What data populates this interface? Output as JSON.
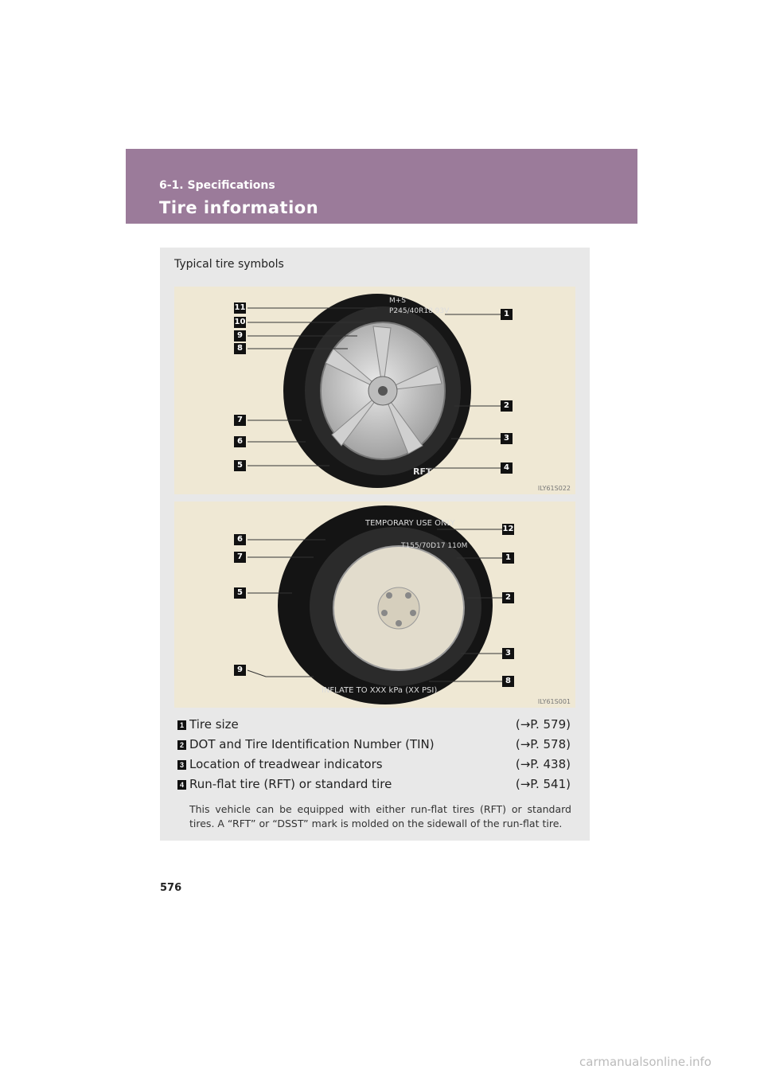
{
  "header": {
    "section": "6-1. Specifications",
    "title": "Tire information"
  },
  "panel": {
    "heading": "Typical tire symbols",
    "figure1": {
      "id": "ILY61S022",
      "tire_text": [
        "M+S",
        "P245/40R18 93V",
        "RFT"
      ],
      "callouts": [
        "11",
        "10",
        "9",
        "8",
        "7",
        "6",
        "5",
        "1",
        "2",
        "3",
        "4"
      ]
    },
    "figure2": {
      "id": "ILY61S001",
      "tire_text": [
        "TEMPORARY USE ONLY",
        "T155/70D17 110M",
        "INFLATE TO XXX kPa (XX PSI)"
      ],
      "callouts": [
        "6",
        "7",
        "5",
        "9",
        "12",
        "1",
        "2",
        "3",
        "8"
      ]
    },
    "items": [
      {
        "num": "1",
        "text": "Tire size",
        "ref": "(→P. 579)"
      },
      {
        "num": "2",
        "text": "DOT and Tire Identification Number (TIN)",
        "ref": "(→P. 578)"
      },
      {
        "num": "3",
        "text": "Location of treadwear indicators",
        "ref": "(→P. 438)"
      },
      {
        "num": "4",
        "text": "Run-flat tire (RFT) or standard tire",
        "ref": "(→P. 541)"
      }
    ],
    "note": "This vehicle can be equipped with either run-flat tires (RFT) or standard tires. A “RFT” or “DSST” mark is molded on the sidewall of the run-flat tire."
  },
  "page_number": "576",
  "watermark": "carmanualsonline.info"
}
